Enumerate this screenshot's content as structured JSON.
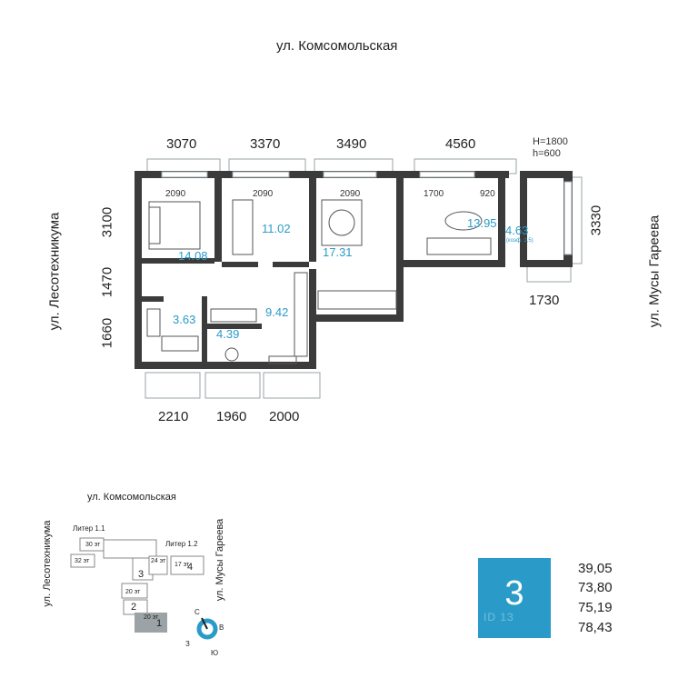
{
  "streets": {
    "top": "ул. Комсомольская",
    "left": "ул. Лесотехникума",
    "right": "ул. Мусы Гареева"
  },
  "dims_top": [
    "3070",
    "3370",
    "3490",
    "4560"
  ],
  "window_heights": [
    "H=1800",
    "h=600"
  ],
  "dims_left": [
    "3100",
    "1470",
    "1660"
  ],
  "dims_right": [
    "3330",
    "1730"
  ],
  "dims_bottom": [
    "2210",
    "1960",
    "2000"
  ],
  "inner_dims": [
    "2090",
    "2090",
    "2090",
    "1700",
    "920"
  ],
  "rooms": [
    "14.08",
    "11.02",
    "17.31",
    "13.95",
    "4.63",
    "3.63",
    "9.42",
    "4.39"
  ],
  "balcony_note": "(коэф. 1,5)",
  "mini_map": {
    "street_top": "ул. Комсомольская",
    "street_left": "ул. Лесотехникума",
    "street_right": "ул. Мусы Гареева",
    "liter_1": "Литер 1.1",
    "liter_2": "Литер 1.2",
    "floors": [
      "30 эт",
      "32 эт",
      "24 эт",
      "17 эт",
      "20 эт",
      "20 эт"
    ],
    "sections": [
      "3",
      "4",
      "2",
      "1"
    ],
    "compass": [
      "С",
      "В",
      "Ю",
      "З"
    ]
  },
  "rooms_count": "3",
  "watermark": "ID 13",
  "areas": [
    "39,05",
    "73,80",
    "75,19",
    "78,43"
  ],
  "colors": {
    "accent": "#2a9bc8",
    "wall": "#3b3b3b"
  }
}
